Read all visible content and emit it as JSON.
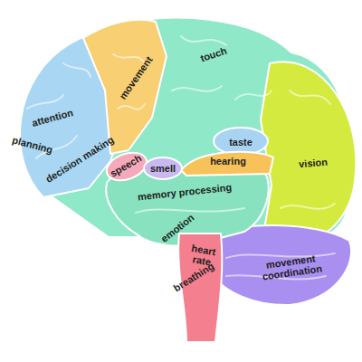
{
  "diagram": {
    "labels": [
      "attention",
      "planning",
      "decision making",
      "movement",
      "touch",
      "taste",
      "hearing",
      "vision",
      "speech",
      "smell",
      "memory processing",
      "emotion",
      "heart rate",
      "breathing",
      "movement coordination"
    ]
  }
}
